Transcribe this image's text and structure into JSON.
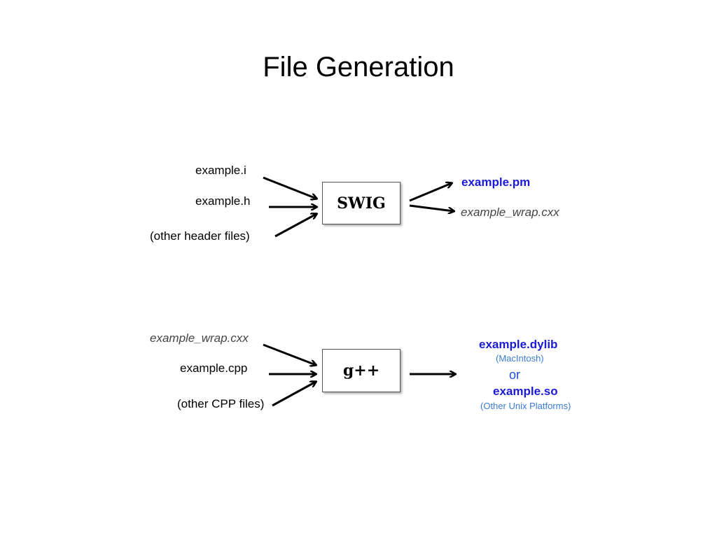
{
  "title": "File Generation",
  "swig_section": {
    "inputs": [
      "example.i",
      "example.h",
      "(other header files)"
    ],
    "box_label": "SWIG",
    "outputs": [
      "example.pm",
      "example_wrap.cxx"
    ]
  },
  "gpp_section": {
    "inputs": [
      "example_wrap.cxx",
      "example.cpp",
      "(other CPP files)"
    ],
    "box_label": "g++",
    "outputs": {
      "primary": "example.dylib",
      "primary_note": "(MacIntosh)",
      "or": "or",
      "secondary": "example.so",
      "secondary_note": "(Other Unix Platforms)"
    }
  }
}
